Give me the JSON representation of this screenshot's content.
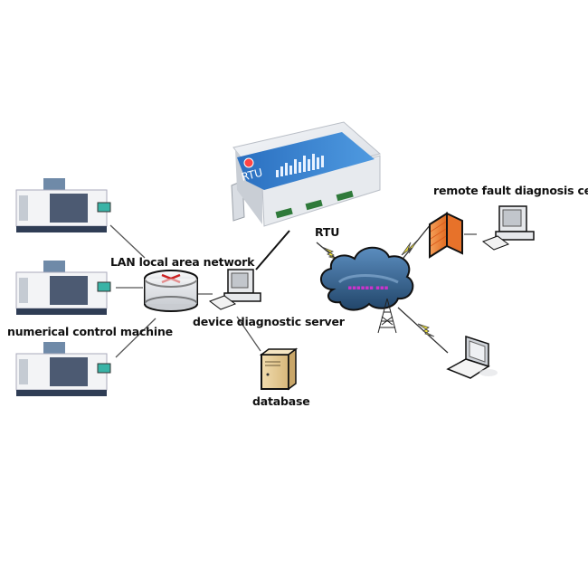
{
  "diagram": {
    "labels": {
      "rtu_device_brand": "RTU",
      "rtu": "RTU",
      "lan": "LAN local area network",
      "device_diagnostic_server": "device diagnostic server",
      "numerical_control_machine": "numerical control machine",
      "database": "database",
      "remote_fault_diagnosis_center": "remote fault diagnosis cente"
    },
    "colors": {
      "rtu_blue": "#2a6fc0",
      "cloud_blue": "#3f6f9c",
      "cloud_text": "#cc33cc",
      "firewall_orange": "#f08a3c",
      "router_arrows": "#cc2222",
      "lightning": "#f2e33a",
      "connector_green": "#2f7a3a"
    }
  }
}
